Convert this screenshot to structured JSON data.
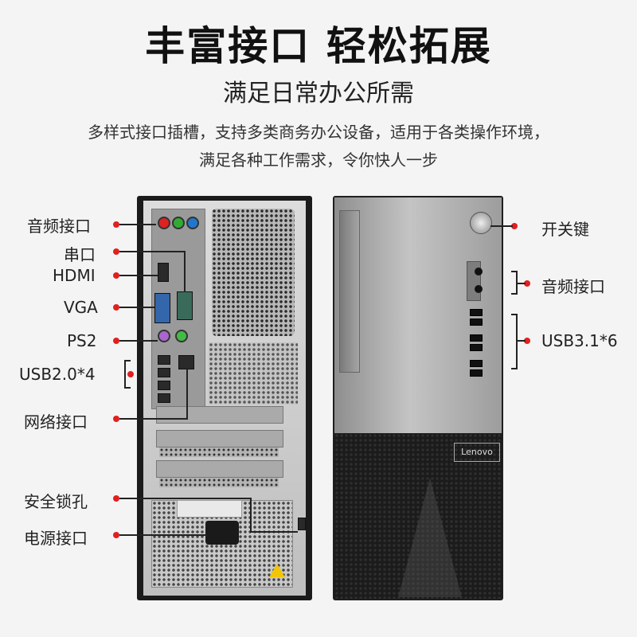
{
  "header": {
    "title": "丰富接口 轻松拓展",
    "subtitle": "满足日常办公所需",
    "desc_line1": "多样式接口插槽，支持多类商务办公设备，适用于各类操作环境，",
    "desc_line2": "满足各种工作需求，令你快人一步"
  },
  "rear_labels": {
    "audio": "音频接口",
    "serial": "串口",
    "hdmi": "HDMI",
    "vga": "VGA",
    "ps2": "PS2",
    "usb2": "USB2.0*4",
    "network": "网络接口",
    "lock": "安全锁孔",
    "power": "电源接口"
  },
  "front_labels": {
    "power_button": "开关键",
    "audio": "音频接口",
    "usb3": "USB3.1*6"
  },
  "product": {
    "brand_logo": "Lenovo"
  },
  "colors": {
    "accent_dot": "#e02020",
    "background": "#f4f4f4"
  }
}
